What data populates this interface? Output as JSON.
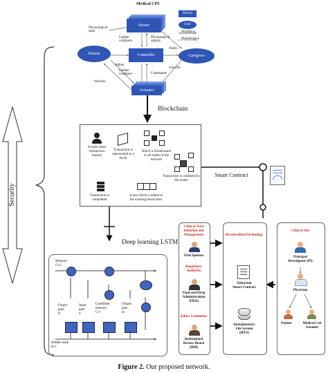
{
  "cps": {
    "title": "Medical CPS",
    "sensor": "Sensor",
    "controller": "Controller",
    "actuator": "Actuator",
    "patient": "Patient",
    "caregiver": "Caregiver",
    "legend_device": "Device",
    "legend_user": "User",
    "legend_line1": "Workflow",
    "legend_line2": "Maintenance",
    "lbl_physiological_state": "Physiological\nstate",
    "lbl_update_configure_top": "Update\nconfigure",
    "lbl_physiological_signals": "Physiological\nsignals",
    "lbl_alarm": "Alarm",
    "lbl_override": "override",
    "lbl_adjust": "Adjust",
    "lbl_update_configure_bottom": "Update\nconfigure",
    "lbl_commands": "Commands",
    "lbl_infusion": "Infusion"
  },
  "blockchain": {
    "title": "Blockchain",
    "step1": "A node raises\ntransaction\nrequest",
    "step2": "Transaction is\nrepresented as a\nblock",
    "step3": "Block is broadcasted\nto all nodes of the\nnetwork",
    "step4": "Transaction is validated by\nthe nodes",
    "step5": "A new block is added to\nthe existing blockchain",
    "step6": "Transaction is\ncompleted"
  },
  "smart_contract_label": "Smart Contract",
  "security_label": "Security",
  "lstm": {
    "title": "Deep learning LSTM",
    "memory": "Memory\nCt-1",
    "hidden": "Hidden state\nht-1",
    "forget_gate": "Forget\ngate\nft",
    "input_gate": "Input\ngate\nit",
    "candidate_memory": "Candidate\nmemory\nC~t",
    "output_gate": "Output\ngate\not"
  },
  "left_panel": {
    "group1_title": "Clinical Trial Initiation and Management",
    "group1_label": "Trial Sponsor",
    "group2_title": "Regulatory Authority",
    "group2_label": "Food and Drug Administration (FDA)",
    "group3_title": "Ethics Committee",
    "group3_label": "Institutional Review Board (IRB)"
  },
  "center_panel": {
    "title": "Decentralized Technology",
    "item1": "Ethereum\nSmart Contract",
    "item2": "Interplanetary\nFile System\n(IPFS)"
  },
  "right_panel": {
    "title": "Clinical Site",
    "pi": "Principal\nInvestigator (PI)",
    "physician": "Physician",
    "patient": "Patient",
    "lab": "Medical Lab\nScientist"
  },
  "caption": {
    "prefix": "Figure 2.",
    "text": " Our proposed network."
  },
  "colors": {
    "device_blue": "#2f55b5",
    "title_red": "#c0281e",
    "lstm_gate_blue": "#3e66bf"
  }
}
